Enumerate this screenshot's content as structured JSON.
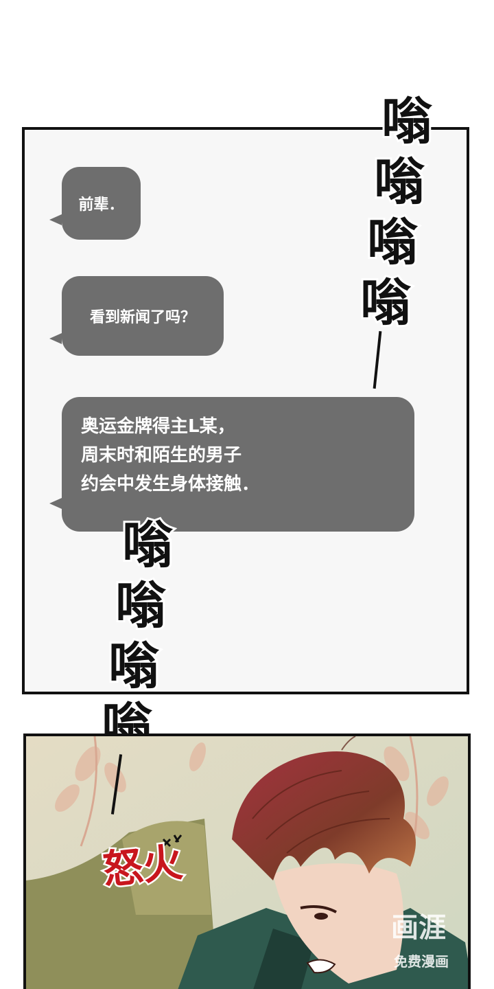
{
  "dialogue": {
    "bubble1": "前辈．",
    "bubble2": "看到新闻了吗？",
    "bubble3_lines": [
      "奥运金牌得主L某，",
      "周末时和陌生的男子",
      "约会中发生身体接触．"
    ]
  },
  "sfx": {
    "buzz": "嗡"
  },
  "anger": {
    "text": "怒火"
  },
  "watermark": {
    "logo": "画涯",
    "tagline": "免费漫画"
  },
  "colors": {
    "bubble": "#6e6e6e",
    "anger": "#c8161e",
    "panel_bg": "#d9d2b8"
  }
}
